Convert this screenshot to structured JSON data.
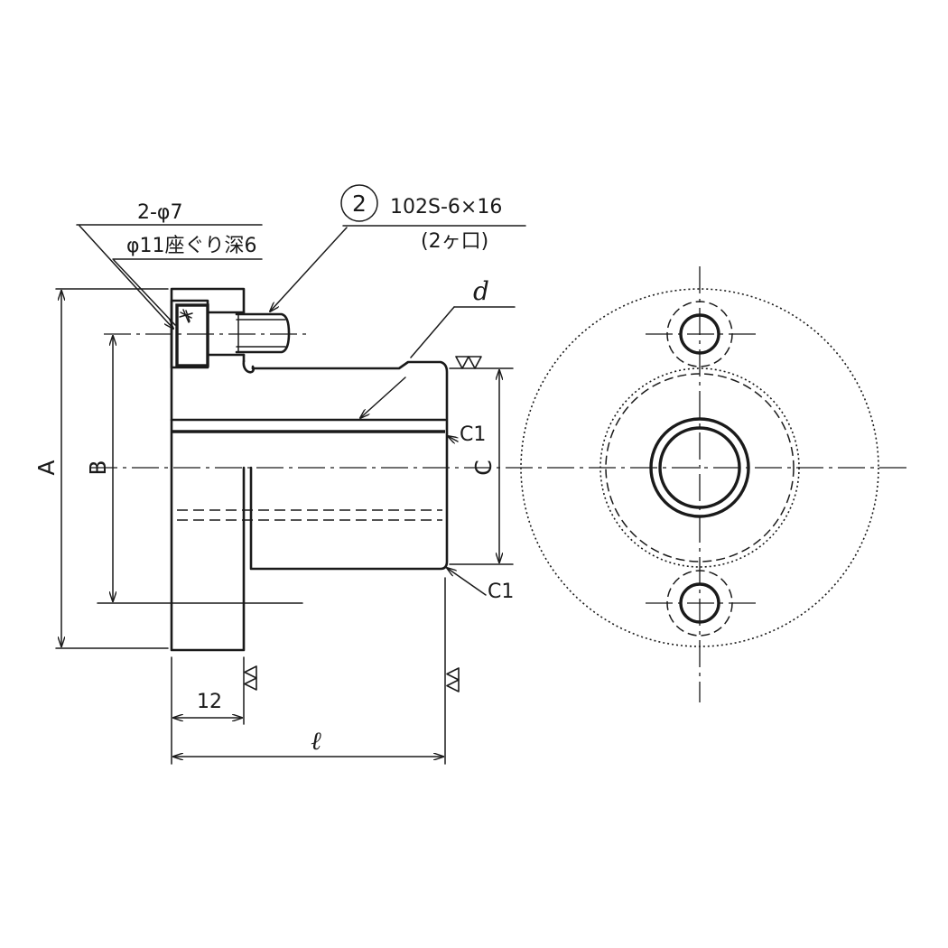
{
  "labels": {
    "hole_qty_dia": "2-φ7",
    "counterbore_note": "φ11座ぐり深6",
    "part_number": "2",
    "screw_spec": "102S-6×16",
    "screw_qty": "(2ヶ口)",
    "bore_dia": "d",
    "chamfer_top": "C1",
    "chamfer_bottom": "C1",
    "dim_a": "A",
    "dim_b": "B",
    "dim_c": "C",
    "dim_flange_thickness": "12",
    "dim_length": "ℓ"
  },
  "colors": {
    "line": "#1a1a1a",
    "background": "#ffffff"
  }
}
